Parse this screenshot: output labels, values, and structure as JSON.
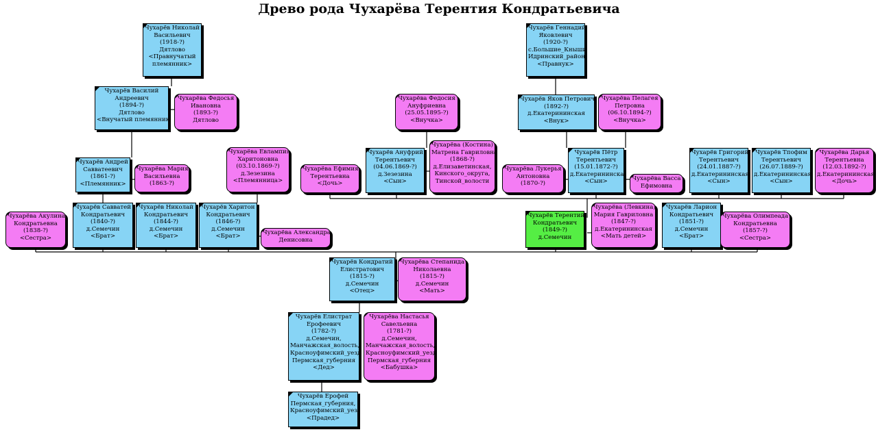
{
  "title": "Древо рода Чухарёва Терентия Кондратьевича",
  "colors": {
    "male": "#87d4f5",
    "female": "#f47cf4",
    "self": "#55ee44"
  },
  "people": {
    "nikolay_v": [
      "Чухарёв Николай",
      "Васильевич",
      "(1918-?)",
      "Дятлово",
      "<Правнучатый",
      "племянник>"
    ],
    "vasiliy_a": [
      "Чухарёв Василий",
      "Андреевич",
      "(1894-?)",
      "Дятлово",
      "<Внучатый племянник>"
    ],
    "fedosya_i": [
      "Чухарёва Федосья",
      "Ивановна",
      "(1893-?)",
      "Дятлово"
    ],
    "andrey_s": [
      "Чухарёв Андрей",
      "Савватеевич",
      "(1861-?)",
      "<Племянник>"
    ],
    "maria_v": [
      "Чухарёва Мария",
      "Васильевна",
      "(1863-?)"
    ],
    "evlampia_h": [
      "Чухарёва Евлампия",
      "Харитоновна",
      "(03.10.1869-?)",
      "д.Зезезина",
      "<Племянница>"
    ],
    "akulina_k": [
      "Чухарёва Акулина",
      "Кондратьевна",
      "(1838-?)",
      "<Сестра>"
    ],
    "savvatey_k": [
      "Чухарёв Савватей",
      "Кондратьевич",
      "(1840-?)",
      "д.Семечин",
      "<Брат>"
    ],
    "nikolay_k": [
      "Чухарёв Николай",
      "Кондратьевич",
      "(1844-?)",
      "д.Семечин",
      "<Брат>"
    ],
    "hariton_k": [
      "Чухарёв Харитон",
      "Кондратьевич",
      "(1846-?)",
      "д.Семечин",
      "<Брат>"
    ],
    "aleksandra_d": [
      "Чухарёва Александра",
      "Денисовна"
    ],
    "fedosia_a": [
      "Чухарёва Федосия",
      "Ануфриевна",
      "(25.05.1895-?)",
      "<Внучка>"
    ],
    "efimia_t": [
      "Чухарёва Ефимия",
      "Терентьевна",
      "<Дочь>"
    ],
    "anufriy_t": [
      "Чухарёв Ануфрий",
      "Терентьевич",
      "(04.06.1869-?)",
      "д.Зезезина",
      "<Сын>"
    ],
    "matrena_g": [
      "Чухарёва (Костина)",
      "Матрена Гавриловна",
      "(1868-?)",
      "д.Елизаветинская,",
      "Кинского_округа,",
      "Тинской_волости"
    ],
    "gennadiy_ya": [
      "Чухарёв Геннадий",
      "Яковлевич",
      "(1920-?)",
      "с.Большие_Кныши",
      "Идринский_район",
      "<Правнук>"
    ],
    "yakov_p": [
      "Чухарёв Яков Петрович",
      "(1892-?)",
      "д.Екатерининская",
      "<Внук>"
    ],
    "pelageya_p": [
      "Чухарёва Пелагея",
      "Петровна",
      "(06.10.1894-?)",
      "<Внучка>"
    ],
    "lukerya_a": [
      "Чухарёва Лукерья",
      "Антоновна",
      "(1870-?)"
    ],
    "petr_t": [
      "Чухарёв Пётр",
      "Терентьевич",
      "(15.01.1872-?)",
      "д.Екатерининская",
      "<Сын>"
    ],
    "vassa_e": [
      "Чухарёва Васса",
      "Ефимовна"
    ],
    "grigoriy_t": [
      "Чухарёв Григорий",
      "Терентьевич",
      "(24.01.1887-?)",
      "д.Екатерининская",
      "<Сын>"
    ],
    "trofim_t": [
      "Чухарёв Тпофим",
      "Терентьевич",
      "(26.07.1889-?)",
      "д.Екатерининская",
      "<Сын>"
    ],
    "darya_t": [
      "Чухарёва Дарья",
      "Терентьевна",
      "(12.03.1892-?)",
      "д.Екатерининская",
      "<Дочь>"
    ],
    "terentiy_k": [
      "Чухарёв Терентий",
      "Кондратьевич",
      "(1849-?)",
      "д.Семечин"
    ],
    "maria_lg": [
      "Чухарёва (Левкина)",
      "Мария Гавриловна",
      "(1847-?)",
      "д.Екатерининская",
      "<Мать детей>"
    ],
    "larion_k": [
      "Чухарёв Ларион",
      "Кондратьевич",
      "(1851-?)",
      "д.Семечин",
      "<Брат>"
    ],
    "olimpeada_k": [
      "Чухарёва Олимпеада",
      "Кондратьевна",
      "(1857-?)",
      "<Сестра>"
    ],
    "kondratiy_e": [
      "Чухарёв Кондратий",
      "Елистратович",
      "(1815-?)",
      "д.Семечин",
      "<Отец>"
    ],
    "stepanida_n": [
      "Чухарёва Степанида",
      "Николаевна",
      "(1815-?)",
      "д.Семечин",
      "<Мать>"
    ],
    "elistrat_e": [
      "Чухарёв Елистрат",
      "Ерофеевич",
      "(1782-?)",
      "д.Семечин,",
      "Манчажская_волость,",
      "Красноуфимский_уезд,",
      "Пермская_губерния",
      "<Дед>"
    ],
    "nastasya_s": [
      "Чухарёва Настасья",
      "Савельевна",
      "(1781-?)",
      "д.Семечин,",
      "Манчажская_волость,",
      "Красноуфимский_уезд,",
      "Пермская_губерния",
      "<Бабушка>"
    ],
    "erofey": [
      "Чухарёв Ерофей",
      "Пермская_губерния,",
      "Красноуфимский_уезд",
      "<Прадед>"
    ]
  }
}
